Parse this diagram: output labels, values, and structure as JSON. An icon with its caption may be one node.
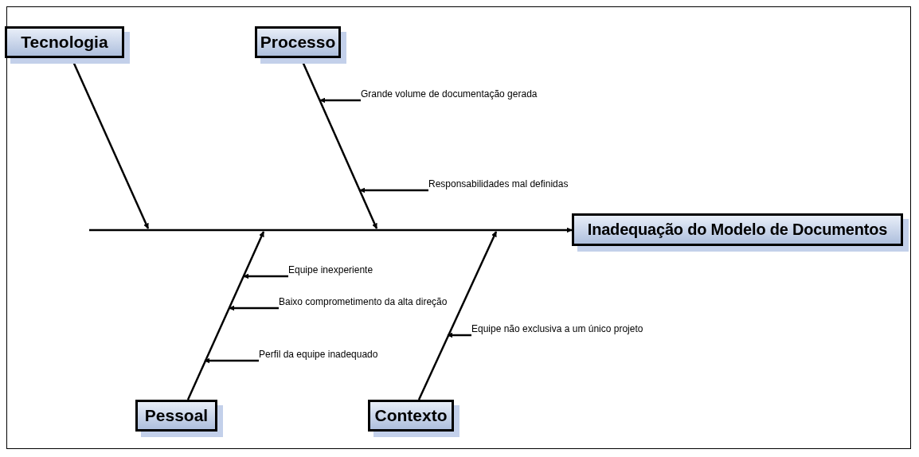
{
  "diagram": {
    "nodes": [
      {
        "text": [
          "Tecnologia"
        ]
      },
      {
        "text": [
          "Processo"
        ]
      },
      {
        "text": [
          "Inadequação do Modelo de Documentos"
        ]
      },
      {
        "text": [
          "Pessoal"
        ]
      },
      {
        "text": [
          "Contexto"
        ]
      },
      {
        "text": [
          "Grande volume de documentação gerada"
        ]
      },
      {
        "text": [
          "Responsabilidades mal definidas"
        ]
      },
      {
        "text": [
          "Equipe inexperiente"
        ]
      },
      {
        "text": [
          "Baixo comprometimento da alta direção"
        ]
      },
      {
        "text": [
          "Perfil da equipe inadequado"
        ]
      },
      {
        "text": [
          "Equipe não exclusiva a um único projeto"
        ]
      }
    ],
    "edges": [
      {
        "from": null,
        "to": 2,
        "arrow": "to"
      },
      {
        "from": 0,
        "to": null,
        "arrow": "to"
      },
      {
        "from": 1,
        "to": null,
        "arrow": "to"
      },
      {
        "from": 3,
        "to": null,
        "arrow": "to"
      },
      {
        "from": 4,
        "to": null,
        "arrow": "to"
      },
      {
        "from": 5,
        "to": null,
        "arrow": "to"
      },
      {
        "from": 6,
        "to": null,
        "arrow": "to"
      },
      {
        "from": 7,
        "to": null,
        "arrow": "to"
      },
      {
        "from": 8,
        "to": null,
        "arrow": "to"
      },
      {
        "from": 9,
        "to": null,
        "arrow": "to"
      },
      {
        "from": 10,
        "to": null,
        "arrow": "to"
      }
    ]
  }
}
